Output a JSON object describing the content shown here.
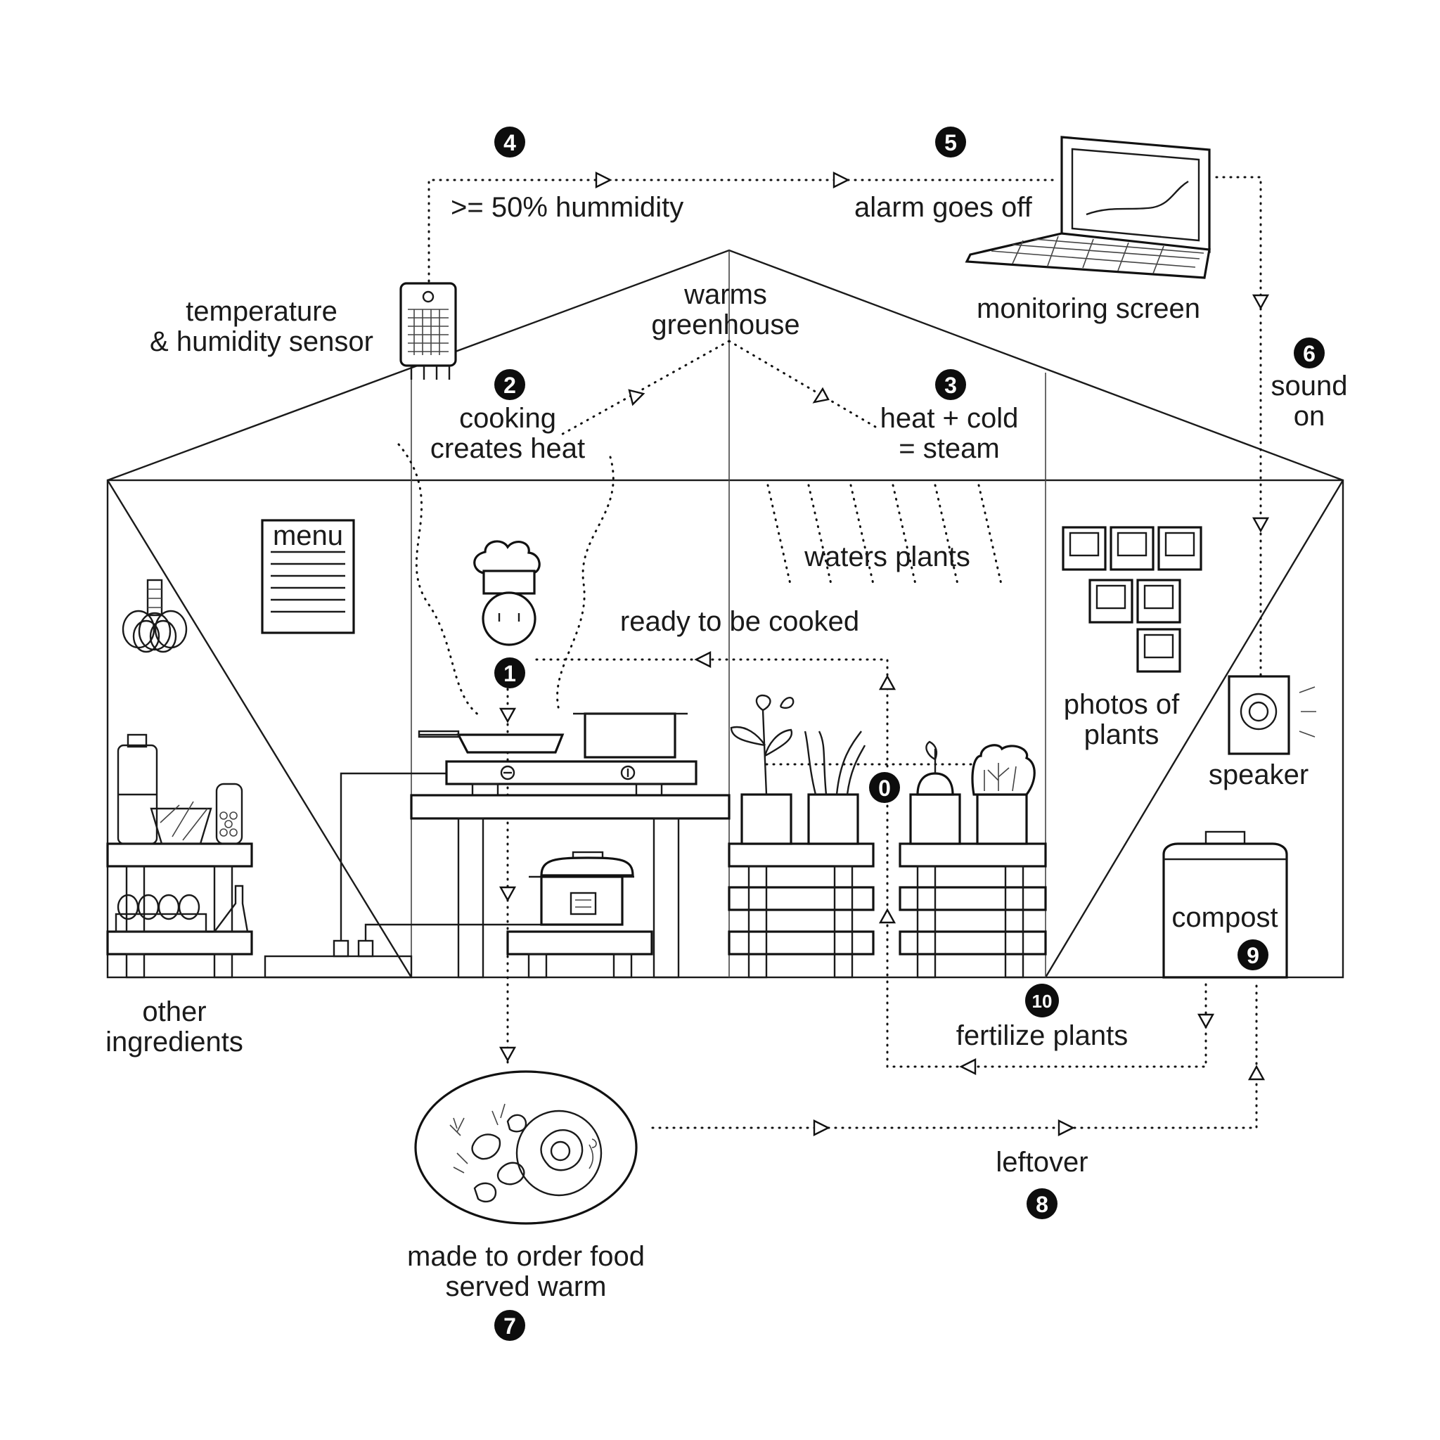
{
  "labels": {
    "humidity": ">= 50% hummidity",
    "alarm": "alarm goes off",
    "sensor_line1": "temperature",
    "sensor_line2": "& humidity sensor",
    "warms_line1": "warms",
    "warms_line2": "greenhouse",
    "monitoring": "monitoring screen",
    "cooking_line1": "cooking",
    "cooking_line2": "creates heat",
    "steam_line1": "heat + cold",
    "steam_line2": "= steam",
    "sound_line1": "sound",
    "sound_line2": "on",
    "menu": "menu",
    "waters": "waters plants",
    "ready": "ready to be cooked",
    "photos_line1": "photos of",
    "photos_line2": "plants",
    "speaker": "speaker",
    "compost": "compost",
    "other_line1": "other",
    "other_line2": "ingredients",
    "fertilize": "fertilize plants",
    "leftover": "leftover",
    "food_line1": "made to order food",
    "food_line2": "served warm"
  },
  "badges": {
    "b0": "0",
    "b1": "1",
    "b2": "2",
    "b3": "3",
    "b4": "4",
    "b5": "5",
    "b6": "6",
    "b7": "7",
    "b8": "8",
    "b9": "9",
    "b10": "10"
  }
}
